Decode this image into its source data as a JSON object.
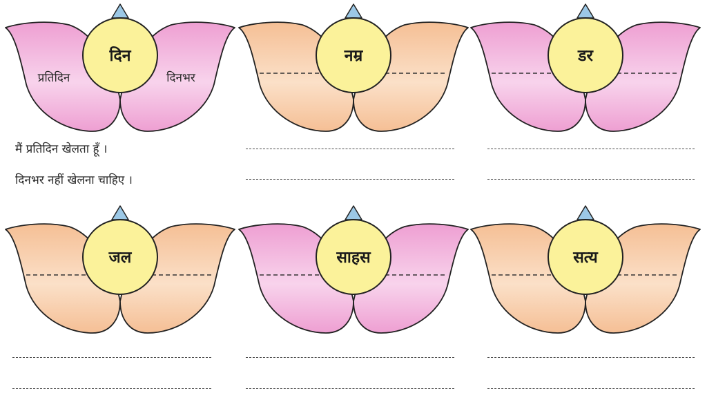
{
  "flowers": [
    {
      "center": "दिन",
      "left_petal": "प्रतिदिन",
      "right_petal": "दिनभर",
      "color": "pink",
      "filled": true
    },
    {
      "center": "नम्र",
      "left_petal": "",
      "right_petal": "",
      "color": "peach",
      "filled": false
    },
    {
      "center": "डर",
      "left_petal": "",
      "right_petal": "",
      "color": "pink",
      "filled": false
    },
    {
      "center": "जल",
      "left_petal": "",
      "right_petal": "",
      "color": "peach",
      "filled": false
    },
    {
      "center": "साहस",
      "left_petal": "",
      "right_petal": "",
      "color": "pink",
      "filled": false
    },
    {
      "center": "सत्य",
      "left_petal": "",
      "right_petal": "",
      "color": "peach",
      "filled": false
    }
  ],
  "example_sentences": [
    "मैं प्रतिदिन खेलता हूँ ।",
    "दिनभर नहीं खेलना चाहिए ।"
  ],
  "colors": {
    "pink_petal": "#ee9fd2",
    "peach_petal": "#f5bf95",
    "center_circle": "#fbf29a",
    "bud": "#9cc8e6",
    "outline": "#222222"
  }
}
